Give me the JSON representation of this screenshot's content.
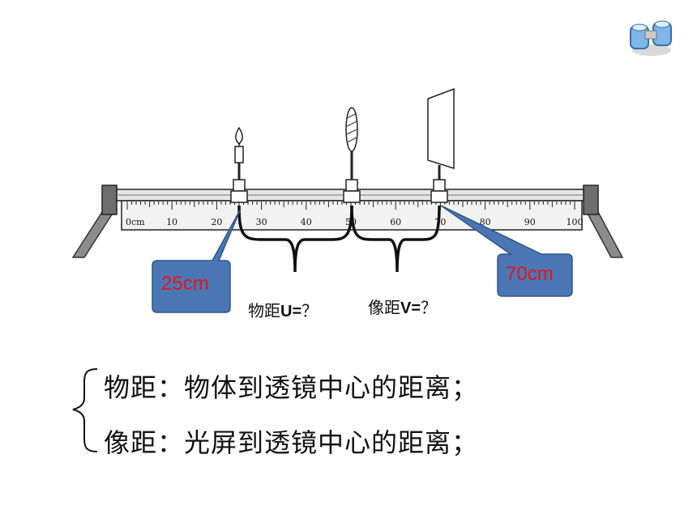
{
  "diagram": {
    "ruler_ticks": [
      "0cm",
      "10",
      "20",
      "30",
      "40",
      "50",
      "60",
      "70",
      "80",
      "90",
      "100"
    ],
    "callout_left": "25cm",
    "callout_right": "70cm",
    "label_object_distance_cn": "物距",
    "label_object_distance_sym": "U=",
    "label_image_distance_cn": "像距",
    "label_image_distance_sym": "V=",
    "question_mark": "？"
  },
  "definitions": {
    "object_distance": "物距：物体到透镜中心的距离；",
    "image_distance": "像距：光屏到透镜中心的距离；"
  },
  "colors": {
    "callout_fill": "#4a77b4",
    "callout_text": "#e8141b",
    "ruler_fill": "#e6e6e6",
    "stand_fill": "#8c8c8c"
  },
  "icons": [
    "binoculars-icon"
  ]
}
